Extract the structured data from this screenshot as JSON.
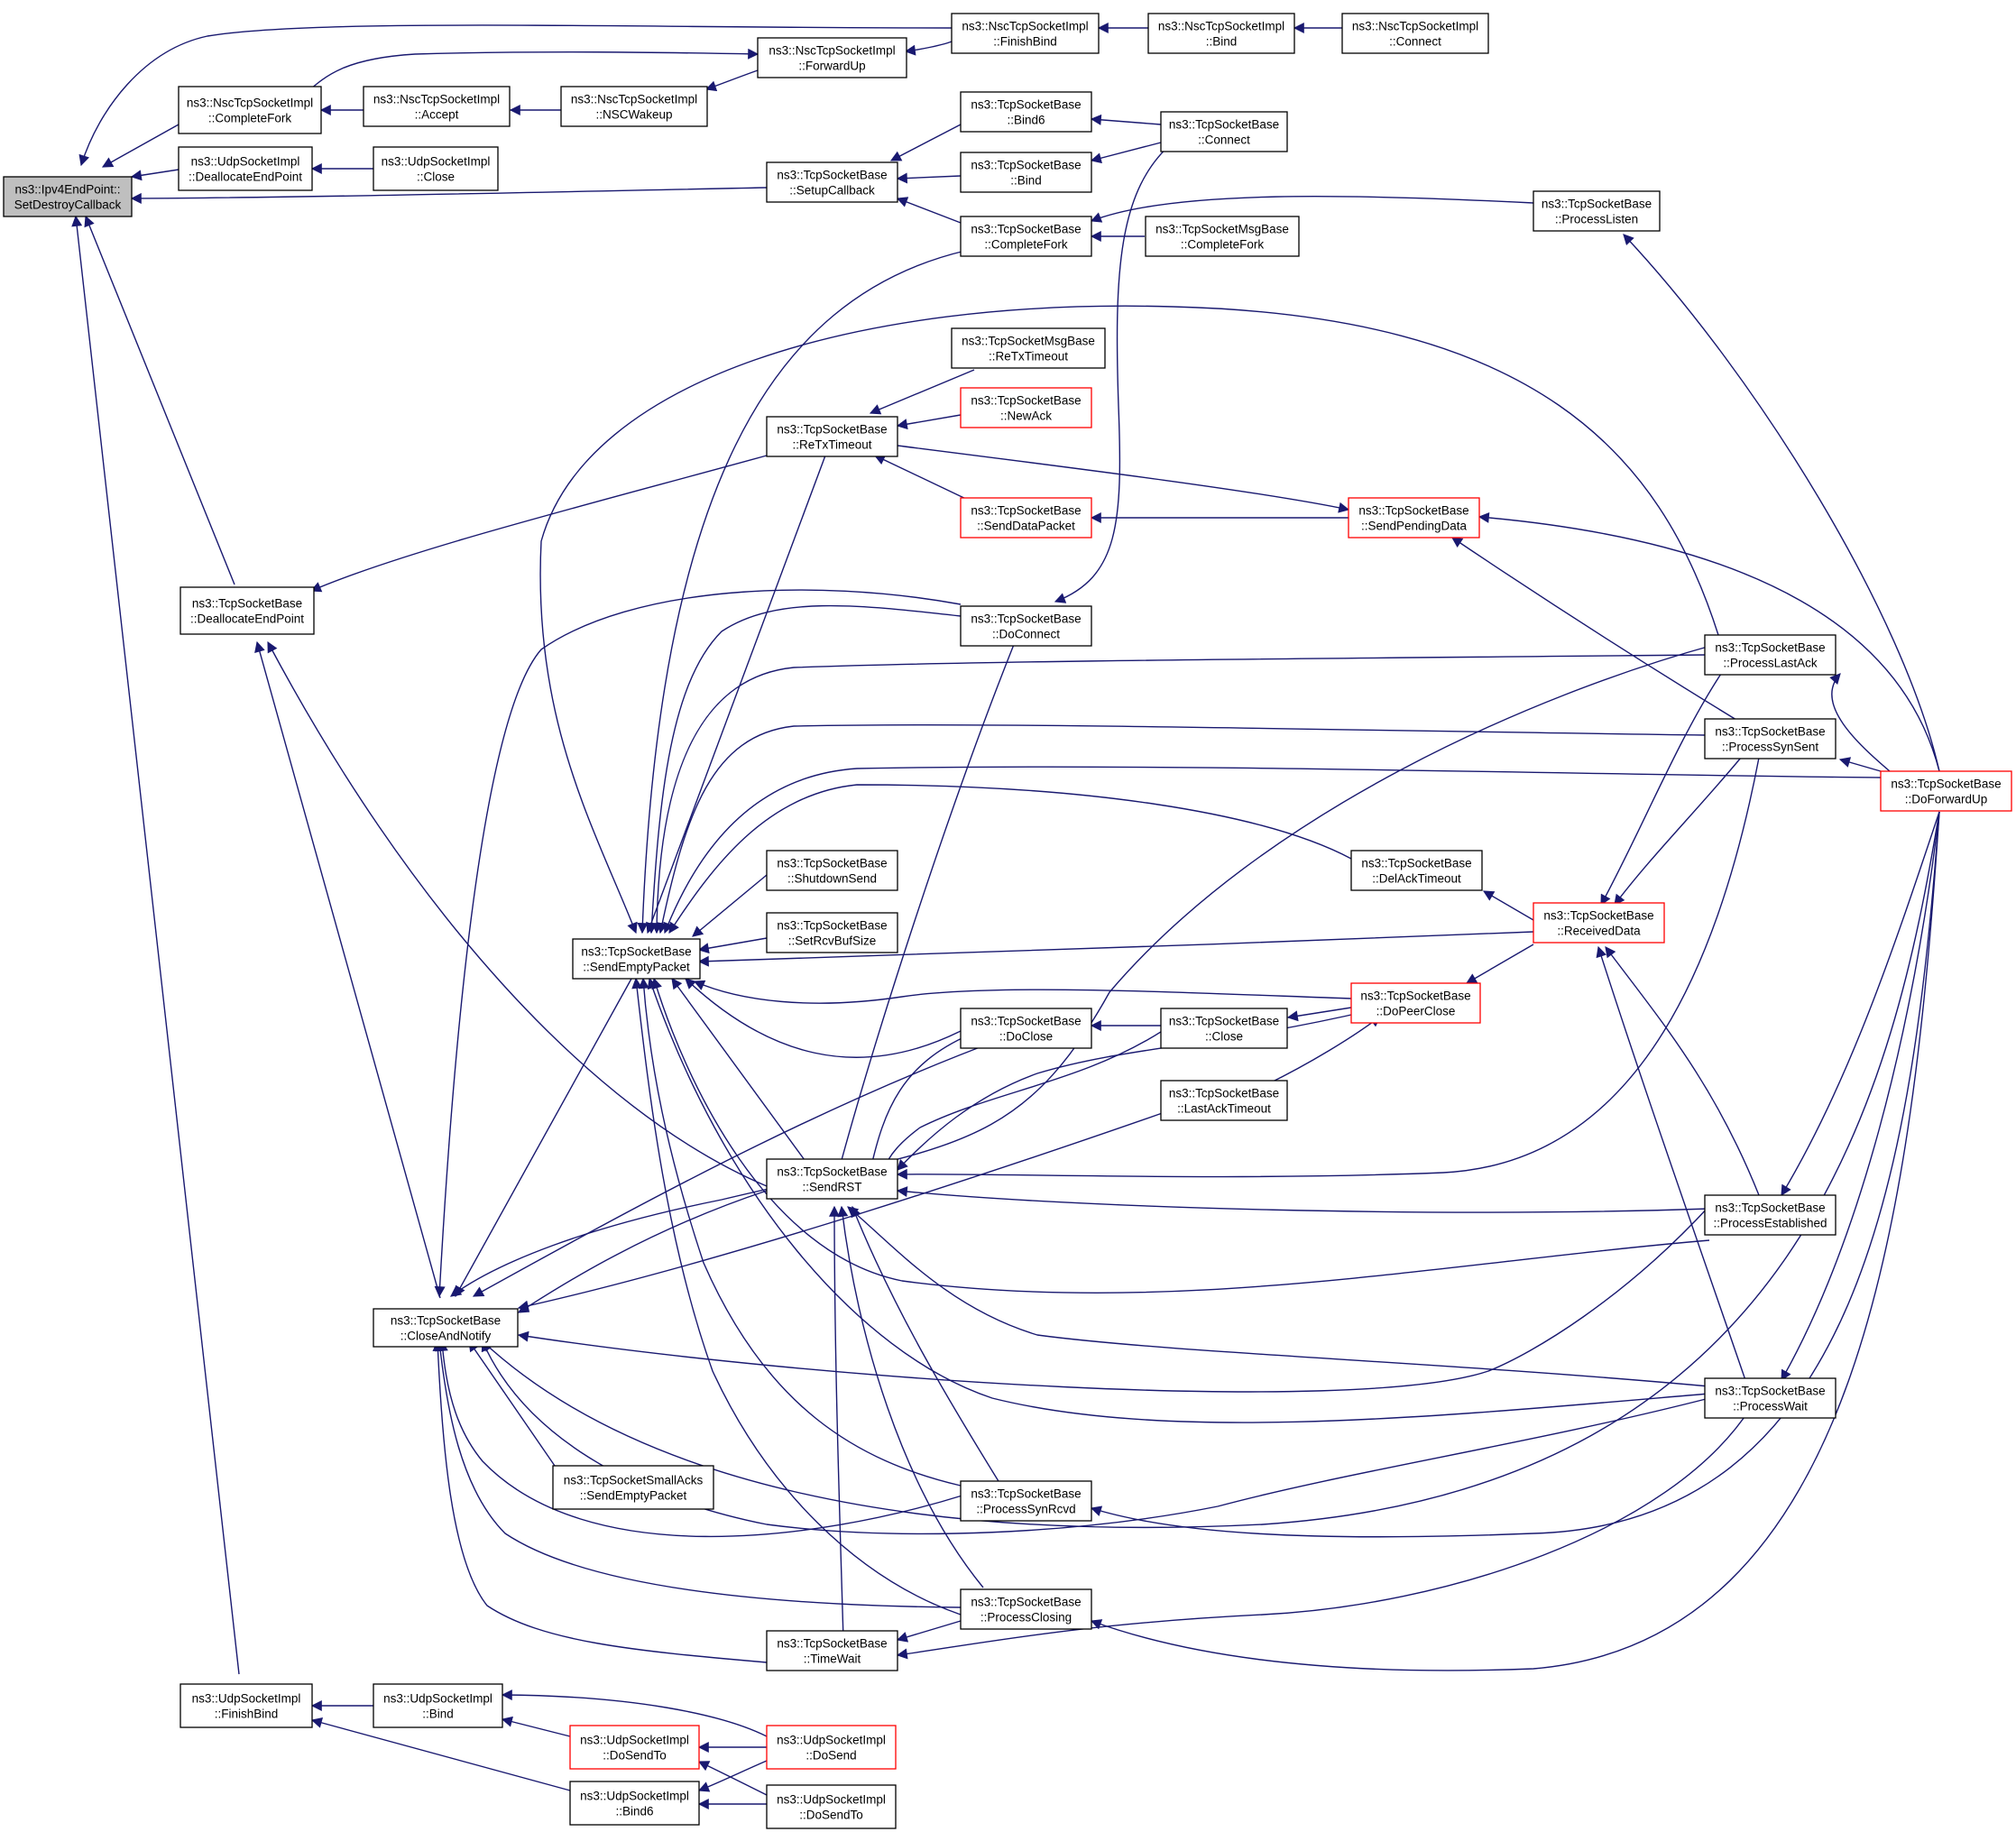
{
  "colors": {
    "edge": "#191970",
    "node_border": "#000000",
    "node_border_red": "#ff0000",
    "focus_fill": "#bfbfbf",
    "node_fill": "#ffffff"
  },
  "nodes": {
    "n00": {
      "lines": [
        "ns3::Ipv4EndPoint::",
        "SetDestroyCallback"
      ],
      "style": "focus"
    },
    "n01": {
      "lines": [
        "ns3::NscTcpSocketImpl",
        "::CompleteFork"
      ],
      "style": "normal"
    },
    "n02": {
      "lines": [
        "ns3::UdpSocketImpl",
        "::DeallocateEndPoint"
      ],
      "style": "normal"
    },
    "n03": {
      "lines": [
        "ns3::TcpSocketBase",
        "::DeallocateEndPoint"
      ],
      "style": "normal"
    },
    "n04": {
      "lines": [
        "ns3::UdpSocketImpl",
        "::FinishBind"
      ],
      "style": "normal"
    },
    "n05": {
      "lines": [
        "ns3::NscTcpSocketImpl",
        "::Accept"
      ],
      "style": "normal"
    },
    "n06": {
      "lines": [
        "ns3::UdpSocketImpl",
        "::Close"
      ],
      "style": "normal"
    },
    "n07": {
      "lines": [
        "ns3::TcpSocketBase",
        "::CloseAndNotify"
      ],
      "style": "normal"
    },
    "n08": {
      "lines": [
        "ns3::UdpSocketImpl",
        "::Bind"
      ],
      "style": "normal"
    },
    "n09": {
      "lines": [
        "ns3::NscTcpSocketImpl",
        "::NSCWakeup"
      ],
      "style": "normal"
    },
    "n10": {
      "lines": [
        "ns3::TcpSocketBase",
        "::SendEmptyPacket"
      ],
      "style": "normal"
    },
    "n11": {
      "lines": [
        "ns3::TcpSocketSmallAcks",
        "::SendEmptyPacket"
      ],
      "style": "normal"
    },
    "n12": {
      "lines": [
        "ns3::UdpSocketImpl",
        "::DoSendTo"
      ],
      "style": "red"
    },
    "n13": {
      "lines": [
        "ns3::UdpSocketImpl",
        "::Bind6"
      ],
      "style": "normal"
    },
    "n14": {
      "lines": [
        "ns3::NscTcpSocketImpl",
        "::ForwardUp"
      ],
      "style": "normal"
    },
    "n15": {
      "lines": [
        "ns3::TcpSocketBase",
        "::SetupCallback"
      ],
      "style": "normal"
    },
    "n16": {
      "lines": [
        "ns3::TcpSocketBase",
        "::ReTxTimeout"
      ],
      "style": "normal"
    },
    "n17": {
      "lines": [
        "ns3::TcpSocketBase",
        "::ShutdownSend"
      ],
      "style": "normal"
    },
    "n18": {
      "lines": [
        "ns3::TcpSocketBase",
        "::SetRcvBufSize"
      ],
      "style": "normal"
    },
    "n19": {
      "lines": [
        "ns3::TcpSocketBase",
        "::SendRST"
      ],
      "style": "normal"
    },
    "n20": {
      "lines": [
        "ns3::TcpSocketBase",
        "::TimeWait"
      ],
      "style": "normal"
    },
    "n21": {
      "lines": [
        "ns3::UdpSocketImpl",
        "::DoSend"
      ],
      "style": "red"
    },
    "n22": {
      "lines": [
        "ns3::UdpSocketImpl",
        "::DoSendTo"
      ],
      "style": "normal"
    },
    "n23": {
      "lines": [
        "ns3::NscTcpSocketImpl",
        "::FinishBind"
      ],
      "style": "normal"
    },
    "n24": {
      "lines": [
        "ns3::TcpSocketBase",
        "::Bind6"
      ],
      "style": "normal"
    },
    "n25": {
      "lines": [
        "ns3::TcpSocketBase",
        "::Bind"
      ],
      "style": "normal"
    },
    "n26": {
      "lines": [
        "ns3::TcpSocketBase",
        "::CompleteFork"
      ],
      "style": "normal"
    },
    "n27": {
      "lines": [
        "ns3::TcpSocketMsgBase",
        "::ReTxTimeout"
      ],
      "style": "normal"
    },
    "n28": {
      "lines": [
        "ns3::TcpSocketBase",
        "::NewAck"
      ],
      "style": "red"
    },
    "n29": {
      "lines": [
        "ns3::TcpSocketBase",
        "::SendDataPacket"
      ],
      "style": "red"
    },
    "n30": {
      "lines": [
        "ns3::TcpSocketBase",
        "::DoConnect"
      ],
      "style": "normal"
    },
    "n31": {
      "lines": [
        "ns3::TcpSocketBase",
        "::DoClose"
      ],
      "style": "normal"
    },
    "n32": {
      "lines": [
        "ns3::TcpSocketBase",
        "::ProcessSynRcvd"
      ],
      "style": "normal"
    },
    "n33": {
      "lines": [
        "ns3::TcpSocketBase",
        "::ProcessClosing"
      ],
      "style": "normal"
    },
    "n34": {
      "lines": [
        "ns3::NscTcpSocketImpl",
        "::Bind"
      ],
      "style": "normal"
    },
    "n35": {
      "lines": [
        "ns3::TcpSocketBase",
        "::Connect"
      ],
      "style": "normal"
    },
    "n36": {
      "lines": [
        "ns3::TcpSocketMsgBase",
        "::CompleteFork"
      ],
      "style": "normal"
    },
    "n37": {
      "lines": [
        "ns3::TcpSocketBase",
        "::Close"
      ],
      "style": "normal"
    },
    "n38": {
      "lines": [
        "ns3::TcpSocketBase",
        "::LastAckTimeout"
      ],
      "style": "normal"
    },
    "n39": {
      "lines": [
        "ns3::NscTcpSocketImpl",
        "::Connect"
      ],
      "style": "normal"
    },
    "n40": {
      "lines": [
        "ns3::TcpSocketBase",
        "::SendPendingData"
      ],
      "style": "red"
    },
    "n41": {
      "lines": [
        "ns3::TcpSocketBase",
        "::DelAckTimeout"
      ],
      "style": "normal"
    },
    "n42": {
      "lines": [
        "ns3::TcpSocketBase",
        "::DoPeerClose"
      ],
      "style": "red"
    },
    "n43": {
      "lines": [
        "ns3::TcpSocketBase",
        "::ProcessListen"
      ],
      "style": "normal"
    },
    "n44": {
      "lines": [
        "ns3::TcpSocketBase",
        "::ReceivedData"
      ],
      "style": "red"
    },
    "n45": {
      "lines": [
        "ns3::TcpSocketBase",
        "::ProcessLastAck"
      ],
      "style": "normal"
    },
    "n46": {
      "lines": [
        "ns3::TcpSocketBase",
        "::ProcessSynSent"
      ],
      "style": "normal"
    },
    "n47": {
      "lines": [
        "ns3::TcpSocketBase",
        "::ProcessEstablished"
      ],
      "style": "normal"
    },
    "n48": {
      "lines": [
        "ns3::TcpSocketBase",
        "::ProcessWait"
      ],
      "style": "normal"
    },
    "n49": {
      "lines": [
        "ns3::TcpSocketBase",
        "::DoForwardUp"
      ],
      "style": "red"
    }
  }
}
